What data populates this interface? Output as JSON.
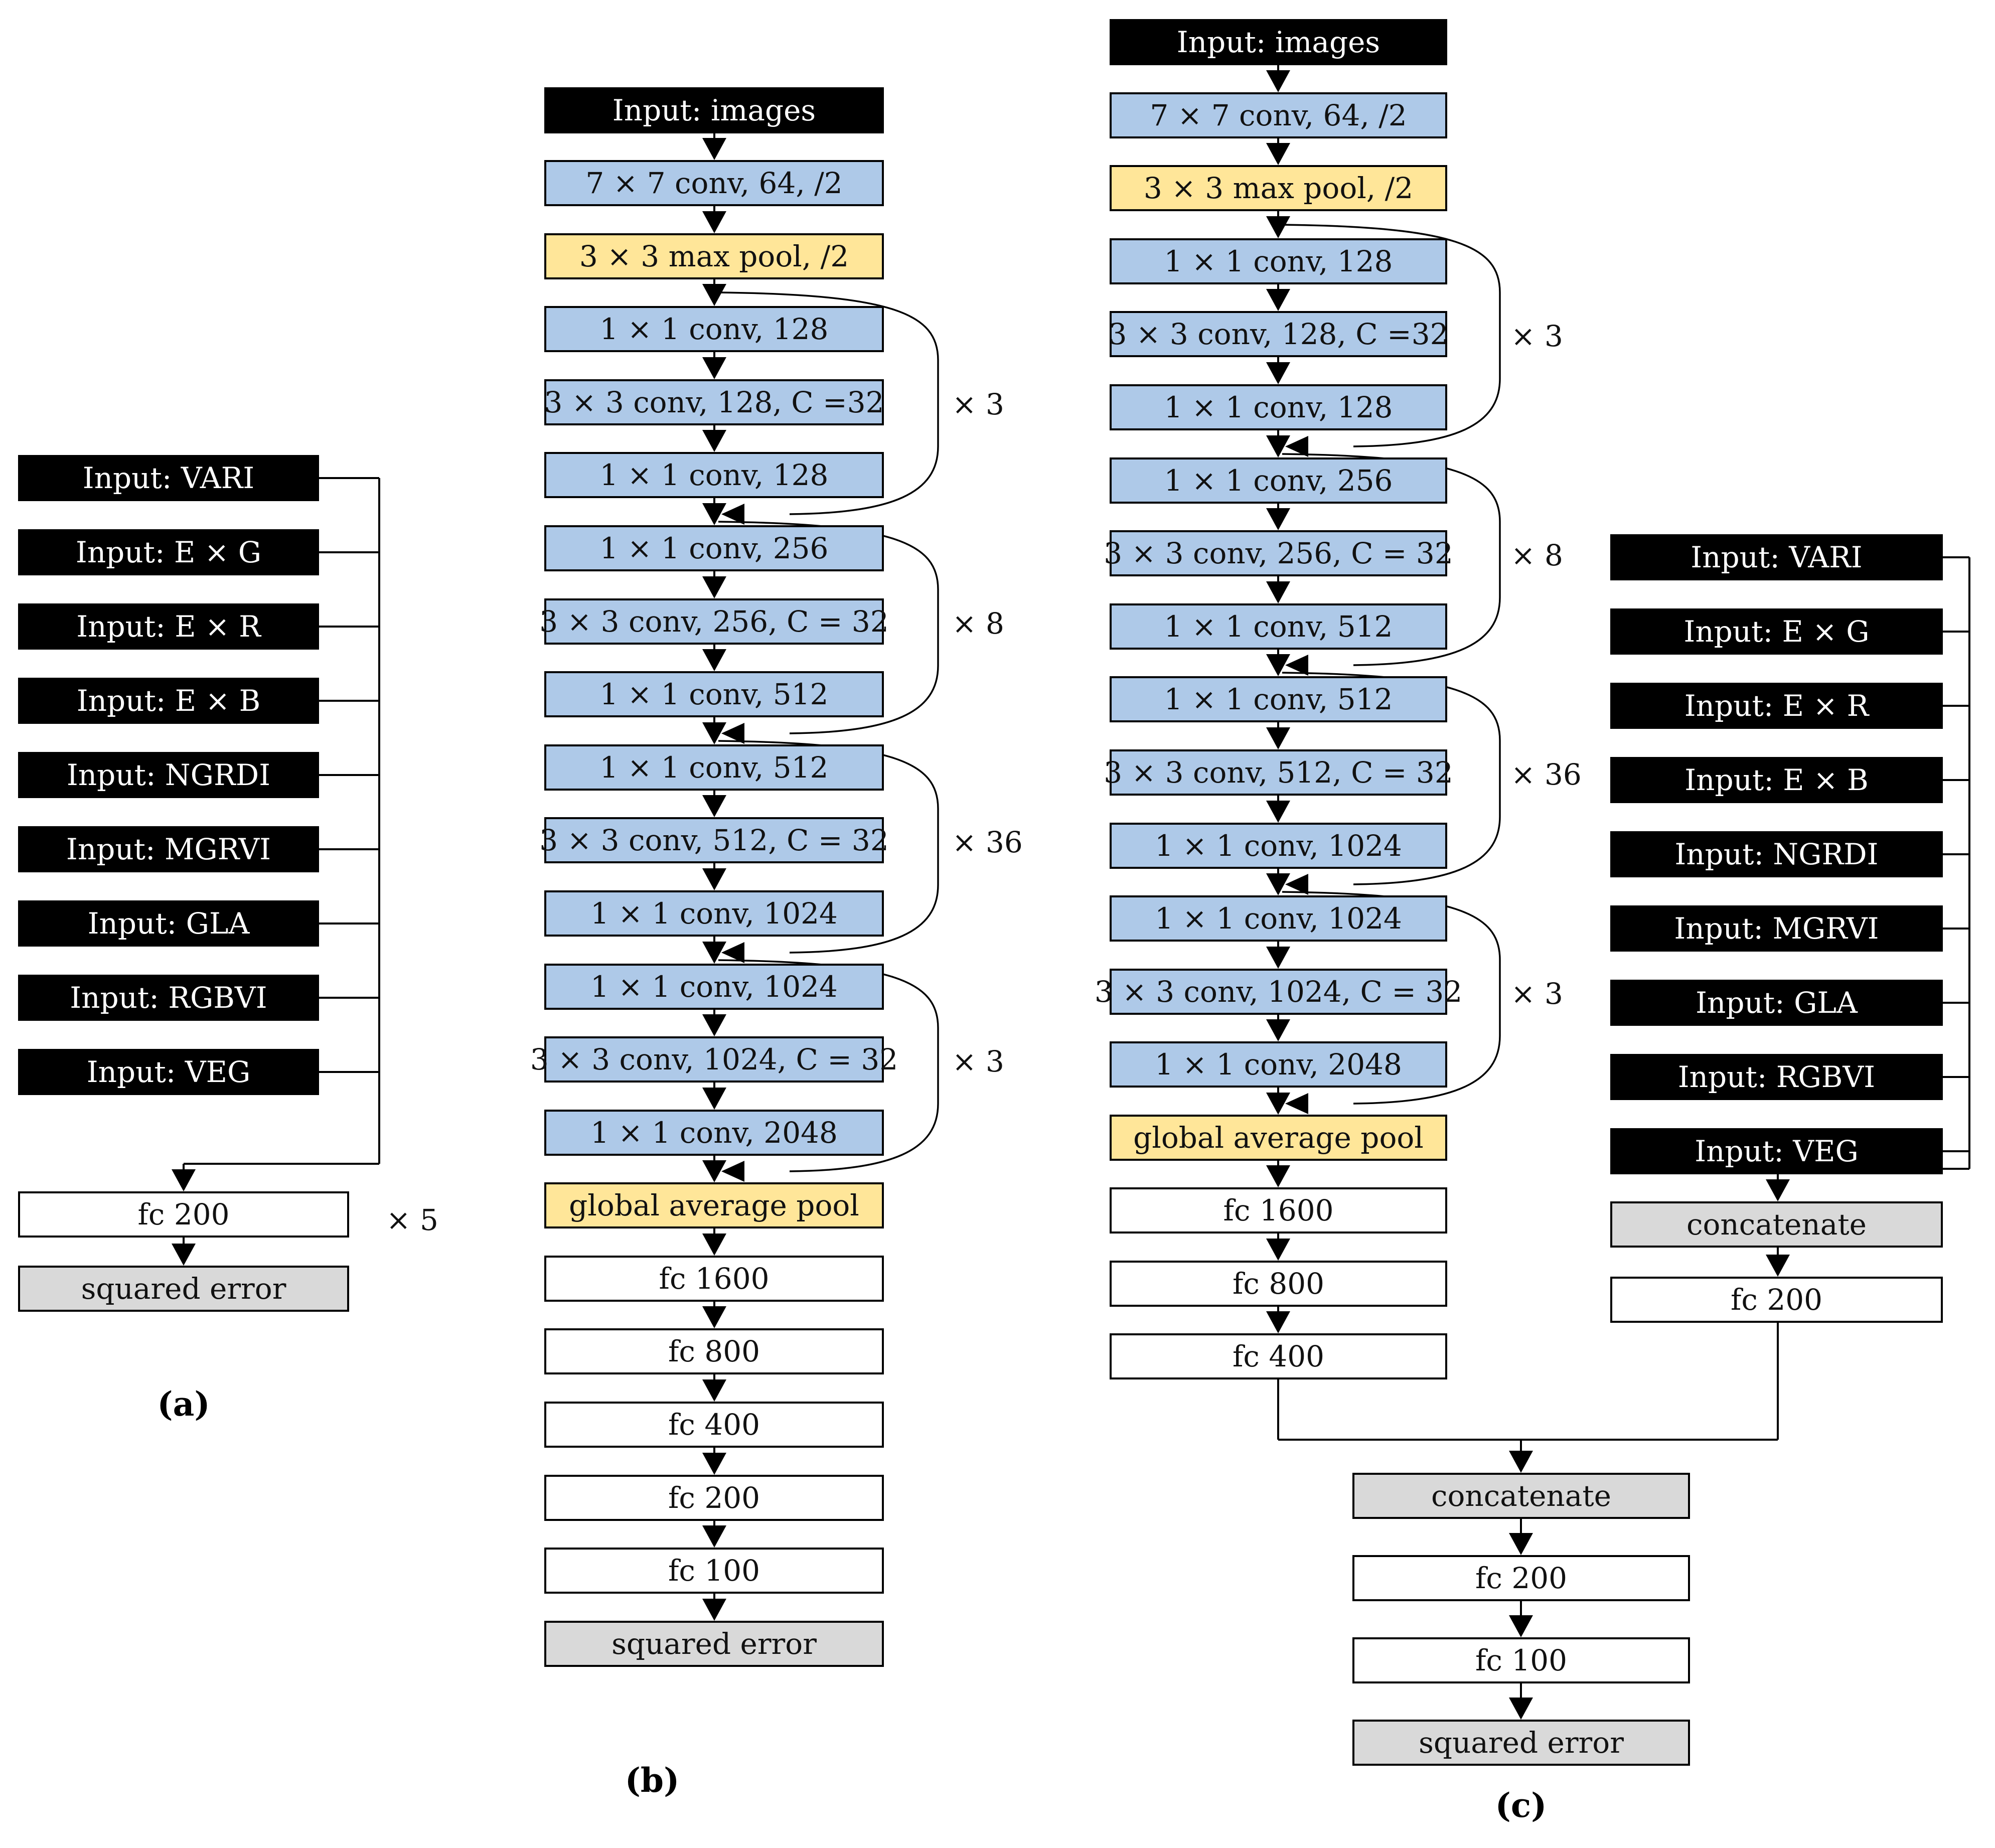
{
  "colors": {
    "conv_fill": "#AEC9E8",
    "pool_fill": "#FFE699",
    "loss_fill": "#D9D9D9",
    "fc_fill": "#FFFFFF",
    "input_fill": "#000000",
    "input_text": "#FFFFFF"
  },
  "panel_a": {
    "caption": "(a)",
    "inputs": [
      "Input: VARI",
      "Input: E × G",
      "Input: E × R",
      "Input: E × B",
      "Input: NGRDI",
      "Input: MGRVI",
      "Input: GLA",
      "Input: RGBVI",
      "Input: VEG"
    ],
    "fc": "fc 200",
    "repeat": "× 5",
    "loss": "squared error"
  },
  "panel_b": {
    "caption": "(b)",
    "nodes": [
      "Input: images",
      "7 × 7 conv, 64, /2",
      "3 × 3 max pool,  /2",
      "1 × 1 conv, 128",
      "3 × 3 conv, 128, C =32",
      "1 × 1 conv, 128",
      "1 × 1 conv, 256",
      "3 × 3 conv, 256, C = 32",
      "1 × 1 conv, 512",
      "1 × 1 conv, 512",
      "3 × 3 conv, 512, C = 32",
      "1 × 1 conv, 1024",
      "1 × 1 conv, 1024",
      "3 × 3 conv, 1024, C = 32",
      "1 × 1 conv, 2048",
      "global average pool",
      "fc 1600",
      "fc 800",
      "fc 400",
      "fc 200",
      "fc 100",
      "squared error"
    ],
    "repeats": [
      "× 3",
      "× 8",
      "× 36",
      "× 3"
    ]
  },
  "panel_c": {
    "caption": "(c)",
    "nodes": [
      "Input: images",
      "7 × 7 conv, 64, /2",
      "3 × 3 max pool,  /2",
      "1 × 1 conv, 128",
      "3 × 3 conv, 128, C =32",
      "1 × 1 conv, 128",
      "1 × 1 conv, 256",
      "3 × 3 conv, 256, C = 32",
      "1 × 1 conv, 512",
      "1 × 1 conv, 512",
      "3 × 3 conv, 512, C = 32",
      "1 × 1 conv, 1024",
      "1 × 1 conv, 1024",
      "3 × 3 conv, 1024, C = 32",
      "1 × 1 conv, 2048",
      "global average pool",
      "fc 1600",
      "fc 800",
      "fc 400"
    ],
    "repeats": [
      "× 3",
      "× 8",
      "× 36",
      "× 3"
    ],
    "inputs": [
      "Input: VARI",
      "Input: E × G",
      "Input: E × R",
      "Input: E × B",
      "Input: NGRDI",
      "Input: MGRVI",
      "Input: GLA",
      "Input: RGBVI",
      "Input: VEG"
    ],
    "branch": {
      "concat": "concatenate",
      "fc": "fc 200"
    },
    "merge": {
      "concat": "concatenate",
      "fc1": "fc 200",
      "fc2": "fc 100",
      "loss": "squared error"
    }
  }
}
